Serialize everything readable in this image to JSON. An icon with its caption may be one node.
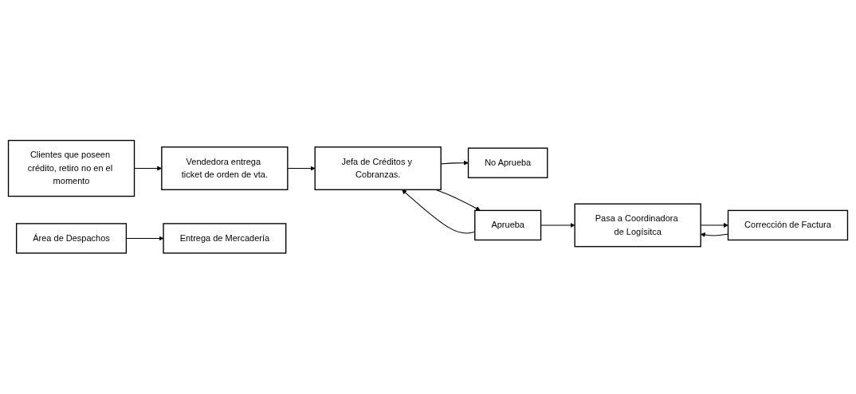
{
  "diagram": {
    "nodes": [
      {
        "text": [
          "Clientes que poseen crédito, retiro no en el momento"
        ]
      },
      {
        "text": [
          "Vendedora entrega ticket de orden de vta."
        ]
      },
      {
        "text": [
          "Jefa de Créditos y Cobranzas."
        ]
      },
      {
        "text": [
          "No Aprueba"
        ]
      },
      {
        "text": [
          "Aprueba"
        ]
      },
      {
        "text": [
          "Área de Despachos"
        ]
      },
      {
        "text": [
          "Pasa a Coordinadora de Logísitca"
        ]
      },
      {
        "text": [
          "Entrega de Mercadería"
        ]
      },
      {
        "text": [
          "Corrección de Factura"
        ]
      }
    ],
    "edges": [
      {
        "from": 0,
        "to": 1,
        "arrow": "to"
      },
      {
        "from": 1,
        "to": 2,
        "arrow": "to"
      },
      {
        "from": 2,
        "to": 3,
        "arrow": "to"
      },
      {
        "from": 2,
        "to": 4,
        "arrow": "to"
      },
      {
        "from": 4,
        "to": 2,
        "arrow": "to"
      },
      {
        "from": 4,
        "to": 6,
        "arrow": "to"
      },
      {
        "from": 5,
        "to": 7,
        "arrow": "to"
      },
      {
        "from": 6,
        "to": 8,
        "arrow": "to"
      },
      {
        "from": 8,
        "to": 6,
        "arrow": "to"
      }
    ]
  }
}
